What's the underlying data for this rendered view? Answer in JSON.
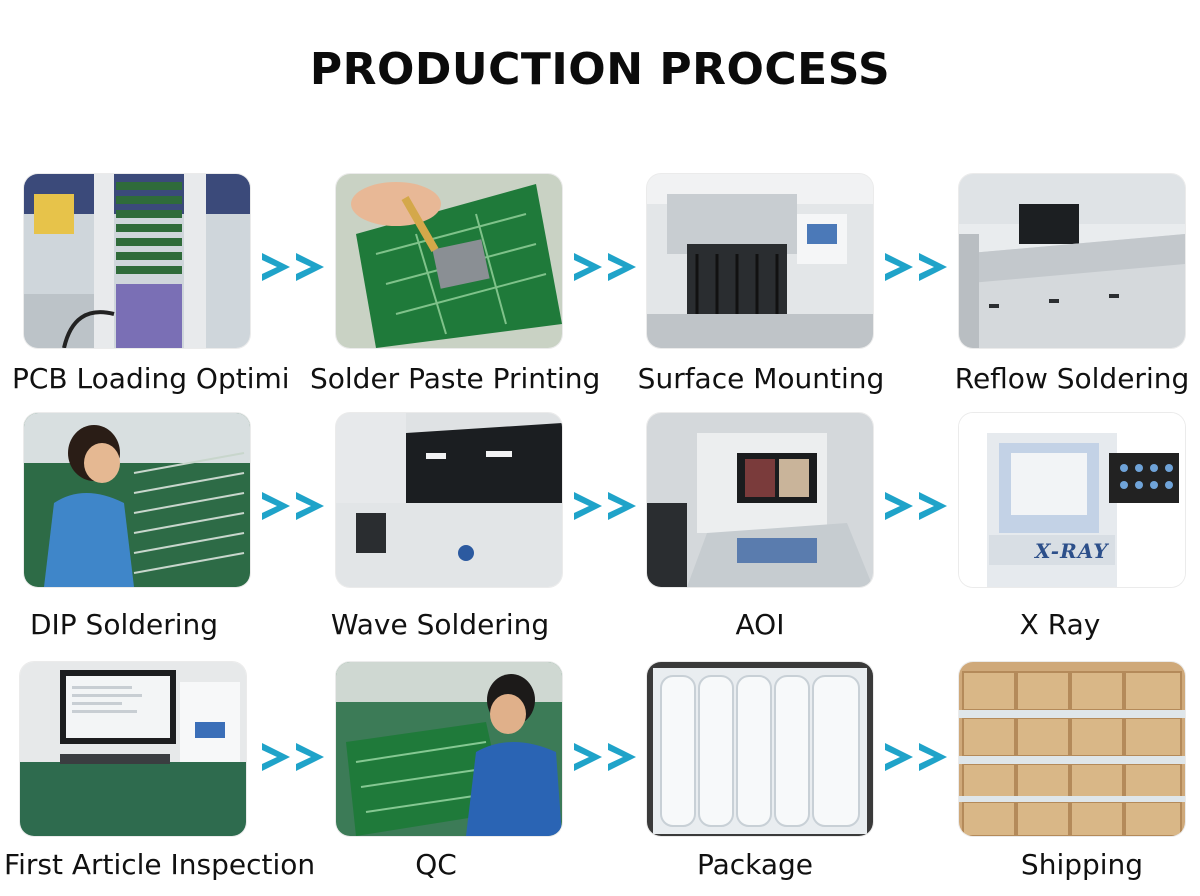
{
  "page": {
    "title": "PRODUCTION PROCESS"
  },
  "colors": {
    "arrow": "#1fa3c9",
    "pcb_green": "#1f7a3a",
    "machine_grey": "#d9dcde"
  },
  "steps": [
    {
      "label": "PCB Loading Optimi",
      "icon": "pcb-loader-photo"
    },
    {
      "label": "Solder Paste Printing",
      "icon": "solder-paste-photo"
    },
    {
      "label": "Surface Mounting",
      "icon": "smt-machine-photo"
    },
    {
      "label": "Reflow Soldering",
      "icon": "reflow-oven-photo"
    },
    {
      "label": "DIP Soldering",
      "icon": "dip-worker-photo"
    },
    {
      "label": "Wave Soldering",
      "icon": "wave-machine-photo"
    },
    {
      "label": "AOI",
      "icon": "aoi-machine-photo"
    },
    {
      "label": "X Ray",
      "icon": "xray-machine-photo"
    },
    {
      "label": "First Article Inspection",
      "icon": "inspection-station-photo"
    },
    {
      "label": "QC",
      "icon": "qc-worker-photo"
    },
    {
      "label": "Package",
      "icon": "package-photo"
    },
    {
      "label": "Shipping",
      "icon": "shipping-boxes-photo"
    }
  ],
  "xray_brand": "X-RAY"
}
